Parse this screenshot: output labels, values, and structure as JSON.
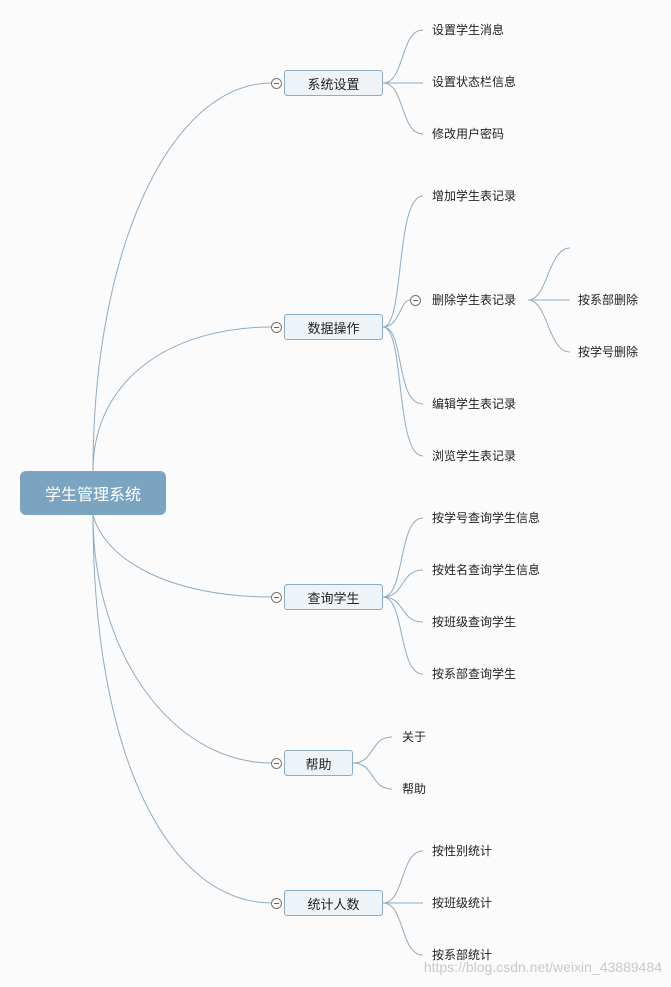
{
  "root": {
    "label": "学生管理系统"
  },
  "branches": [
    {
      "label": "系统设置",
      "children": [
        "设置学生消息",
        "设置状态栏信息",
        "修改用户密码"
      ]
    },
    {
      "label": "数据操作",
      "children": [
        "增加学生表记录",
        "删除学生表记录",
        "编辑学生表记录",
        "浏览学生表记录"
      ],
      "sub": {
        "parent": "删除学生表记录",
        "children": [
          "",
          "按系部删除",
          "按学号删除"
        ]
      }
    },
    {
      "label": "查询学生",
      "children": [
        "按学号查询学生信息",
        "按姓名查询学生信息",
        "按班级查询学生",
        "按系部查询学生"
      ]
    },
    {
      "label": "帮助",
      "children": [
        "关于",
        "帮助"
      ]
    },
    {
      "label": "统计人数",
      "children": [
        "按性别统计",
        "按班级统计",
        "按系部统计"
      ]
    }
  ],
  "colors": {
    "line": "#8eacc4",
    "root_fill": "#7ba4c1",
    "branch_fill": "#eef3f7"
  },
  "icons": {
    "collapse": "minus-circle-icon"
  },
  "watermark": "https://blog.csdn.net/weixin_43889484"
}
